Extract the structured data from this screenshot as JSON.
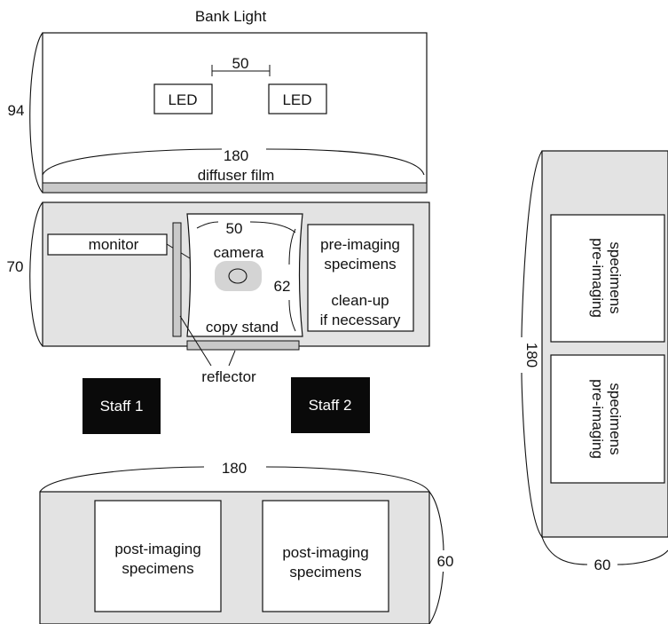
{
  "colors": {
    "panel_gray": "#e3e3e3",
    "diffuser_gray": "#c9c9c9",
    "camera_gray": "#d4d4d4",
    "staff_black": "#0a0a0a",
    "stroke": "#111111"
  },
  "bank_light": {
    "title": "Bank Light",
    "height_dim": "94",
    "led_spacing": "50",
    "led_left": "LED",
    "led_right": "LED",
    "width_dim": "180",
    "diffuser": "diffuser film"
  },
  "copy_stand_table": {
    "height_dim": "70",
    "monitor": "monitor",
    "stand_width_dim": "50",
    "camera": "camera",
    "stand_depth_dim": "62",
    "copy_stand": "copy stand",
    "pre_imaging_line1": "pre-imaging",
    "pre_imaging_line2": "specimens",
    "cleanup_line1": "clean-up",
    "cleanup_line2": "if necessary",
    "reflector": "reflector"
  },
  "staff": {
    "staff1": "Staff 1",
    "staff2": "Staff 2"
  },
  "post_table": {
    "width_dim": "180",
    "depth_dim": "60",
    "box1_line1": "post-imaging",
    "box1_line2": "specimens",
    "box2_line1": "post-imaging",
    "box2_line2": "specimens"
  },
  "side_table": {
    "length_dim": "180",
    "width_dim": "60",
    "box1_line1": "pre-imaging",
    "box1_line2": "specimens",
    "box2_line1": "pre-imaging",
    "box2_line2": "specimens"
  }
}
